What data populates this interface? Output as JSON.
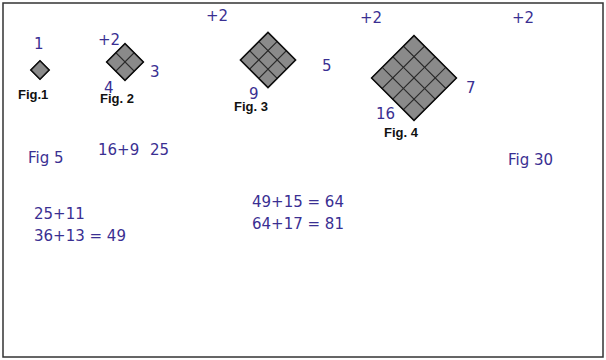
{
  "diagram": {
    "labels": [
      "1",
      "Fig.1",
      "+2",
      "4",
      "3",
      "Fig. 2",
      "+2",
      "9",
      "5",
      "Fig. 3",
      "+2",
      "16",
      "7",
      "Fig. 4",
      "+2",
      "Fig 5",
      "16+9",
      "25",
      "25+11",
      "36+13 = 49",
      "49+15 = 64",
      "64+17 = 81",
      "Fig 30"
    ]
  }
}
